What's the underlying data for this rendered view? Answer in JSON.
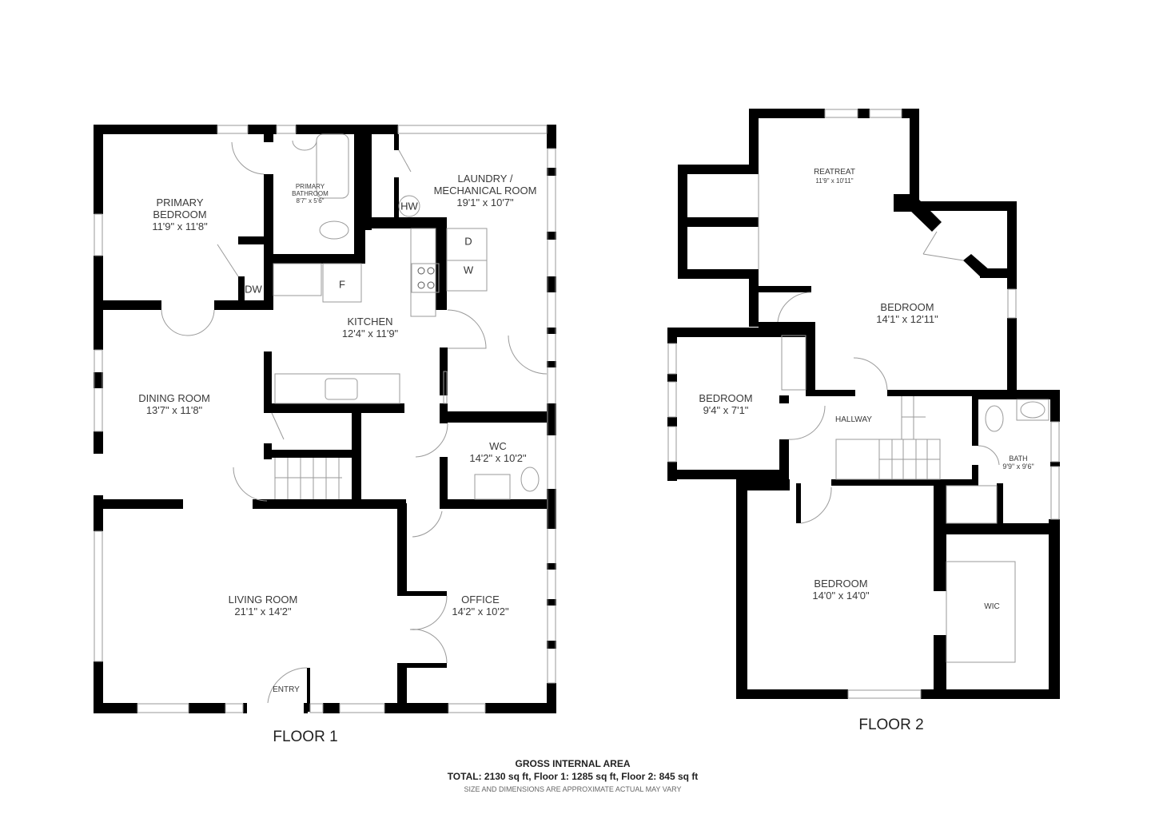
{
  "floors": [
    {
      "title": "FLOOR 1",
      "rooms": [
        {
          "name": "PRIMARY\nBEDROOM",
          "name_line1": "PRIMARY",
          "name_line2": "BEDROOM",
          "dimensions": "11'9\" x 11'8\""
        },
        {
          "name_line1": "PRIMARY",
          "name_line2": "BATHROOM",
          "dimensions": "8'7\" x 5'6\""
        },
        {
          "name_line1": "LAUNDRY /",
          "name_line2": "MECHANICAL ROOM",
          "dimensions": "19'1\" x 10'7\""
        },
        {
          "name": "KITCHEN",
          "dimensions": "12'4\" x 11'9\""
        },
        {
          "name": "DINING ROOM",
          "dimensions": "13'7\" x 11'8\""
        },
        {
          "name": "WC",
          "dimensions": "14'2\" x 10'2\""
        },
        {
          "name": "LIVING ROOM",
          "dimensions": "21'1\" x 14'2\""
        },
        {
          "name": "OFFICE",
          "dimensions": "14'2\" x 10'2\""
        },
        {
          "name": "ENTRY"
        }
      ],
      "fixtures": {
        "dishwasher": "DW",
        "fridge": "F",
        "water_heater": "HW",
        "dryer": "D",
        "washer": "W"
      }
    },
    {
      "title": "FLOOR 2",
      "rooms": [
        {
          "name": "REATREAT",
          "dimensions": "11'9\" x 10'11\""
        },
        {
          "name": "BEDROOM",
          "dimensions": "14'1\" x 12'11\""
        },
        {
          "name": "BEDROOM",
          "dimensions": "9'4\" x 7'1\""
        },
        {
          "name": "HALLWAY"
        },
        {
          "name": "BATH",
          "dimensions": "9'9\" x 9'6\""
        },
        {
          "name": "BEDROOM",
          "dimensions": "14'0\" x 14'0\""
        },
        {
          "name": "WIC"
        }
      ]
    }
  ],
  "footer": {
    "heading": "GROSS INTERNAL AREA",
    "totals": "TOTAL: 2130 sq ft, Floor 1: 1285 sq ft, Floor 2: 845 sq ft",
    "disclaimer": "SIZE AND DIMENSIONS ARE APPROXIMATE ACTUAL MAY VARY"
  },
  "colors": {
    "wall": "#000000",
    "line": "#9a9a9a",
    "text": "#3a3a3a",
    "background": "#ffffff"
  }
}
